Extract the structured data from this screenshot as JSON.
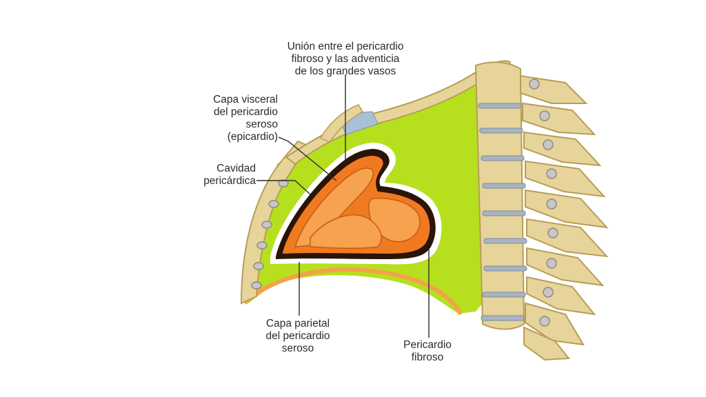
{
  "labels": {
    "union": [
      "Unión entre el pericardio",
      "fibroso y las adventicia",
      "de los grandes vasos"
    ],
    "capa_visceral": [
      "Capa visceral",
      "del pericardio",
      "seroso",
      "(epicardio)"
    ],
    "cavidad": [
      "Cavidad",
      "pericárdica"
    ],
    "capa_parietal": [
      "Capa parietal",
      "del pericardio",
      "seroso"
    ],
    "pericardio_fibroso": [
      "Pericardio",
      "fibroso"
    ]
  },
  "colors": {
    "cavity_green": "#b6e01e",
    "bone": "#e6d49a",
    "bone_shadow": "#b79d55",
    "heart": "#f07a22",
    "heart_light": "#f6a24e",
    "pericardium_dark": "#2a1408",
    "disc": "#a9b4c2",
    "diaphragm": "#f6a04c"
  }
}
